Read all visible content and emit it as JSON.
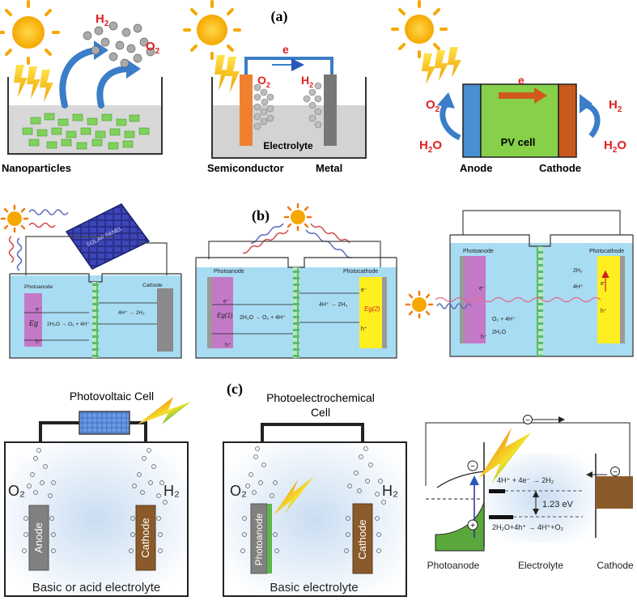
{
  "row_a": {
    "label": "(a)",
    "panel1": {
      "h2": "H",
      "h2_sub": "2",
      "o2": "O",
      "o2_sub": "2",
      "caption": "Nanoparticles"
    },
    "panel2": {
      "e": "e",
      "o2": "O",
      "o2_sub": "2",
      "h2": "H",
      "h2_sub": "2",
      "electrolyte": "Electrolyte",
      "semiconductor": "Semiconductor",
      "metal": "Metal"
    },
    "panel3": {
      "e": "e",
      "o2": "O",
      "o2_sub": "2",
      "h2": "H",
      "h2_sub": "2",
      "h2o_left": "H",
      "h2o_left_sub": "2",
      "h2o_left_end": "O",
      "h2o_right": "H",
      "h2o_right_sub": "2",
      "h2o_right_end": "O",
      "pv": "PV cell",
      "anode": "Anode",
      "cathode": "Cathode"
    }
  },
  "row_b": {
    "label": "(b)",
    "panel1": {
      "photoanode": "Photoanode",
      "cathode": "Cathode",
      "eq_anode": "2H₂O → O₂ + 4H⁺",
      "eq_cathode": "4H⁺ → 2H₂",
      "eg": "Eg",
      "e": "e⁻",
      "h": "h⁺",
      "panel_text": "SOLAR PANEL"
    },
    "panel2": {
      "photoanode": "Photoanode",
      "photocathode": "Photocathode",
      "eq_anode": "2H₂O → O₂ + 4H⁺",
      "eq_cathode": "4H⁺ → 2H₂",
      "eg1": "Eg(1)",
      "eg2": "Eg(2)",
      "e": "e⁻",
      "h": "h⁺"
    },
    "panel3": {
      "photoanode": "Photoanode",
      "photocathode": "Photocathode",
      "eq_anode1": "O₂ + 4H⁺",
      "eq_anode2": "2H₂O",
      "eq_cathode1": "2H₂",
      "eq_cathode2": "4H⁺",
      "e": "e⁻",
      "h": "h⁺"
    }
  },
  "row_c": {
    "label": "(c)",
    "panel1": {
      "title": "Photovoltaic Cell",
      "o2": "O₂",
      "h2": "H₂",
      "anode": "Anode",
      "cathode": "Cathode",
      "caption": "Basic or acid electrolyte"
    },
    "panel2": {
      "title1": "Photoelectrochemical",
      "title2": "Cell",
      "o2": "O₂",
      "h2": "H₂",
      "photoanode": "Photoanode",
      "cathode": "Cathode",
      "caption": "Basic electrolyte"
    },
    "panel3": {
      "eq_top": "4H⁺ + 4e⁻ → 2H₂",
      "ev": "1.23 eV",
      "eq_bottom": "2H₂O+4h⁺ → 4H⁺+O₂",
      "photoanode": "Photoanode",
      "electrolyte": "Electrolyte",
      "cathode": "Cathode",
      "minus": "−",
      "plus": "+"
    }
  },
  "colors": {
    "sun": "#f7b500",
    "orange_electrode": "#f08030",
    "blue_pipe": "#3a7dc8",
    "pv_green": "#86d04a",
    "anode_blue": "#4a8fd0",
    "cathode_orange": "#c8581c",
    "red_text": "#e02020",
    "water": "#a8dcf2",
    "magenta": "#c479c8",
    "yellow": "#ffee20",
    "membrane": "#68c878",
    "brown": "#8b5a2b",
    "gray_electrode": "#7a7a7a"
  }
}
